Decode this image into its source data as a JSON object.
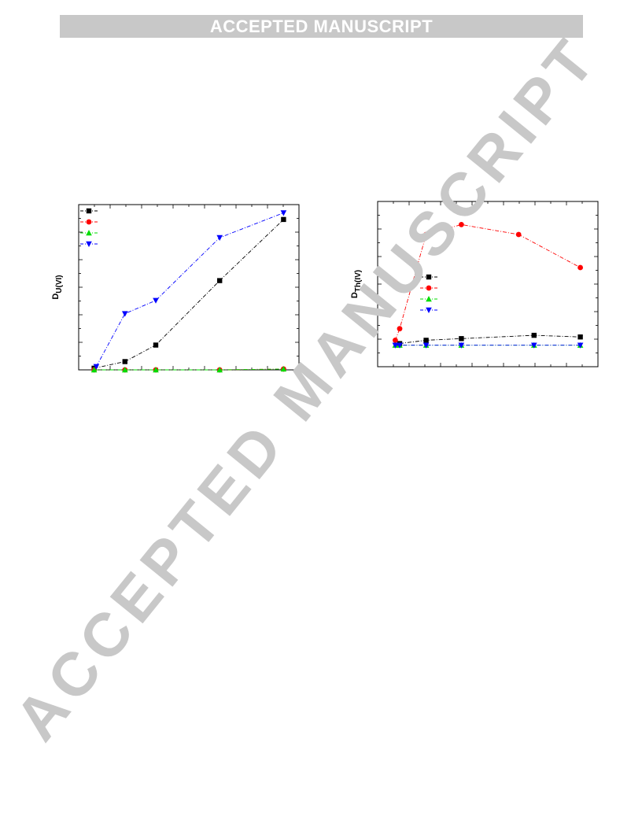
{
  "banner": {
    "text": "ACCEPTED MANUSCRIPT"
  },
  "watermark": {
    "text": "ACCEPTED MANUSCRIPT"
  },
  "chart_data": [
    {
      "type": "line",
      "ylabel_main": "D",
      "ylabel_sub": "U(VI)",
      "xlim": [
        0,
        1
      ],
      "ylim": [
        0,
        1
      ],
      "grid": false,
      "legend_position": "top-left",
      "series": [
        {
          "color": "#000000",
          "marker": "square",
          "x": [
            0.07,
            0.21,
            0.35,
            0.64,
            0.93
          ],
          "y": [
            0.01,
            0.05,
            0.15,
            0.54,
            0.91
          ]
        },
        {
          "color": "#ff0000",
          "marker": "circle",
          "x": [
            0.07,
            0.21,
            0.35,
            0.64,
            0.93
          ],
          "y": [
            0.0,
            0.0,
            0.0,
            0.0,
            0.005
          ]
        },
        {
          "color": "#00dd00",
          "marker": "triangle-up",
          "x": [
            0.07,
            0.21,
            0.35,
            0.64,
            0.93
          ],
          "y": [
            0.0,
            0.0,
            0.0,
            0.0,
            0.005
          ]
        },
        {
          "color": "#0000ff",
          "marker": "triangle-down",
          "x": [
            0.08,
            0.21,
            0.35,
            0.64,
            0.93
          ],
          "y": [
            0.02,
            0.34,
            0.42,
            0.8,
            0.95
          ]
        }
      ]
    },
    {
      "type": "line",
      "ylabel_main": "D",
      "ylabel_sub": "Th(IV)",
      "xlim": [
        0,
        1
      ],
      "ylim": [
        0,
        1
      ],
      "grid": false,
      "legend_position": "center-right",
      "series": [
        {
          "color": "#000000",
          "marker": "square",
          "x": [
            0.1,
            0.22,
            0.38,
            0.71,
            0.92
          ],
          "y": [
            0.14,
            0.16,
            0.17,
            0.19,
            0.18
          ]
        },
        {
          "color": "#ff0000",
          "marker": "circle",
          "x": [
            0.08,
            0.1,
            0.22,
            0.38,
            0.64,
            0.92
          ],
          "y": [
            0.16,
            0.23,
            0.8,
            0.86,
            0.8,
            0.6
          ]
        },
        {
          "color": "#00dd00",
          "marker": "triangle-up",
          "x": [
            0.08,
            0.1,
            0.22,
            0.38,
            0.71,
            0.92
          ],
          "y": [
            0.13,
            0.13,
            0.13,
            0.13,
            0.13,
            0.13
          ]
        },
        {
          "color": "#0000ff",
          "marker": "triangle-down",
          "x": [
            0.08,
            0.1,
            0.22,
            0.38,
            0.71,
            0.92
          ],
          "y": [
            0.13,
            0.13,
            0.13,
            0.13,
            0.13,
            0.13
          ]
        }
      ]
    }
  ]
}
